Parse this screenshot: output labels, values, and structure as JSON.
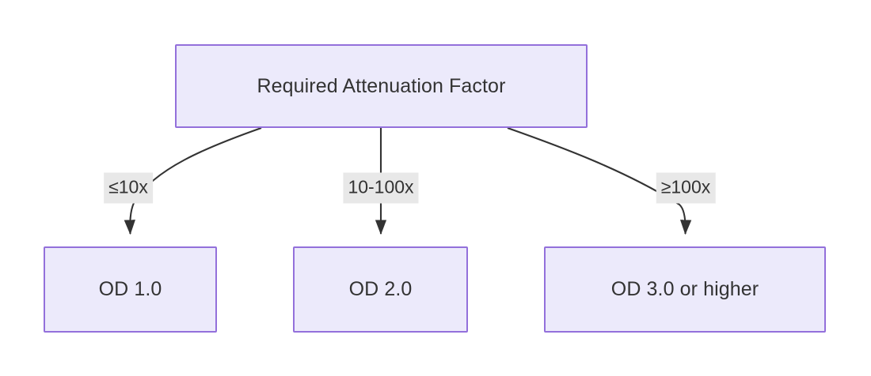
{
  "diagram": {
    "title": "Required Attenuation Factor decision flowchart",
    "background_color": "#ffffff",
    "node_fill": "#ECEAFB",
    "node_border": "#9370DB",
    "text_color": "#333333",
    "edge_color": "#333333",
    "label_background": "#E8E8E8",
    "root": {
      "label": "Required Attenuation Factor"
    },
    "edges": [
      {
        "label": "≤10x",
        "from": "root",
        "to": "od1",
        "style": "curve-left"
      },
      {
        "label": "10-100x",
        "from": "root",
        "to": "od2",
        "style": "straight"
      },
      {
        "label": "≥100x",
        "from": "root",
        "to": "od3",
        "style": "curve-right"
      }
    ],
    "leaves": [
      {
        "label": "OD 1.0"
      },
      {
        "label": "OD 2.0"
      },
      {
        "label": "OD 3.0 or higher"
      }
    ]
  }
}
